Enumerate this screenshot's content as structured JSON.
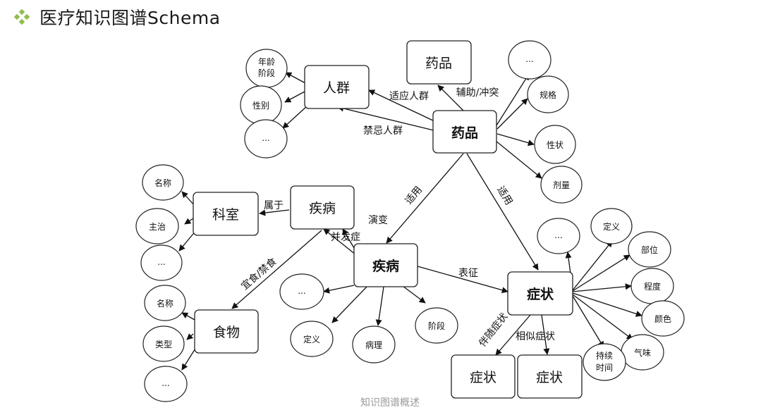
{
  "title": "医疗知识图谱Schema",
  "footer": "知识图谱概述",
  "nodes": {
    "drug_center": "药品",
    "drug_top": "药品",
    "crowd": "人群",
    "age_stage": [
      "年龄",
      "阶段"
    ],
    "gender": "性别",
    "crowd_more": "...",
    "drug_more": "...",
    "spec": "规格",
    "property": "性状",
    "dosage": "剂量",
    "dept": "科室",
    "disease_top": "疾病",
    "disease_center": "疾病",
    "dept_name": "名称",
    "dept_main": "主治",
    "dept_more": "...",
    "food": "食物",
    "food_name": "名称",
    "food_type": "类型",
    "food_more": "...",
    "disease_more": "...",
    "disease_def": "定义",
    "pathology": "病理",
    "stage": "阶段",
    "symptom": "症状",
    "symptom_accomp": "症状",
    "symptom_similar": "症状",
    "symptom_more": "...",
    "symptom_def": "定义",
    "location": "部位",
    "degree": "程度",
    "color": "颜色",
    "odor": "气味",
    "duration": [
      "持续",
      "时间"
    ]
  },
  "edges": {
    "suitable_crowd": "适应人群",
    "contra_crowd": "禁忌人群",
    "assist_conflict": "辅助/冲突",
    "apply_left": "适用",
    "apply_right": "适用",
    "belongs_to": "属于",
    "evolve": "演变",
    "complication": "并发症",
    "diet": "宜食/禁食",
    "manifest": "表征",
    "accompany": "伴随症状",
    "similar": "相似症状"
  }
}
